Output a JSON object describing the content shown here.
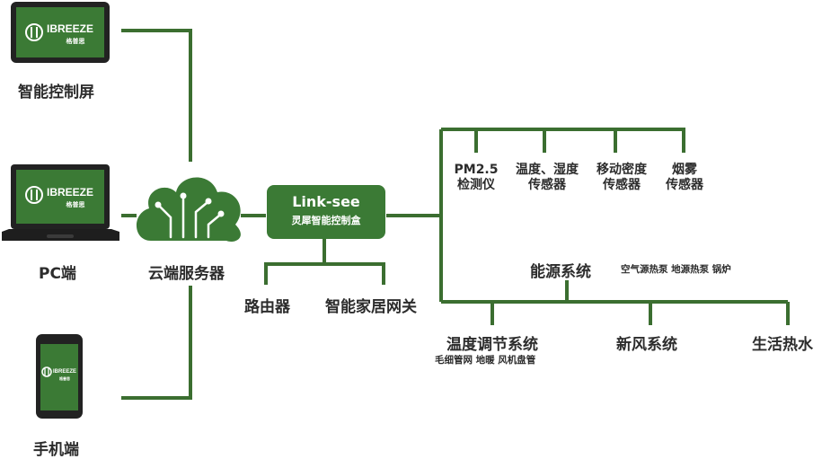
{
  "devices": {
    "screen_label": "智能控制屏",
    "pc_label": "PC端",
    "phone_label": "手机端",
    "brand_name": "IBREEZE",
    "brand_sub": "格普思"
  },
  "cloud": {
    "label": "云端服务器"
  },
  "hub": {
    "title": "Link-see",
    "subtitle": "灵犀智能控制盒"
  },
  "gateway": {
    "router": "路由器",
    "smart_gateway": "智能家居网关"
  },
  "sensors": [
    {
      "line1": "PM2.5",
      "line2": "检测仪"
    },
    {
      "line1": "温度、湿度",
      "line2": "传感器"
    },
    {
      "line1": "移动密度",
      "line2": "传感器"
    },
    {
      "line1": "烟雾",
      "line2": "传感器"
    }
  ],
  "energy": {
    "label": "能源系统",
    "items": "空气源热泵  地源热泵  锅炉"
  },
  "systems": {
    "temp_control": "温度调节系统",
    "temp_items": "毛细管网  地暖  风机盘管",
    "fresh_air": "新风系统",
    "hot_water": "生活热水"
  },
  "colors": {
    "line": "#3b6e30",
    "brand_green": "#3b7a35",
    "device_dark": "#222222"
  }
}
